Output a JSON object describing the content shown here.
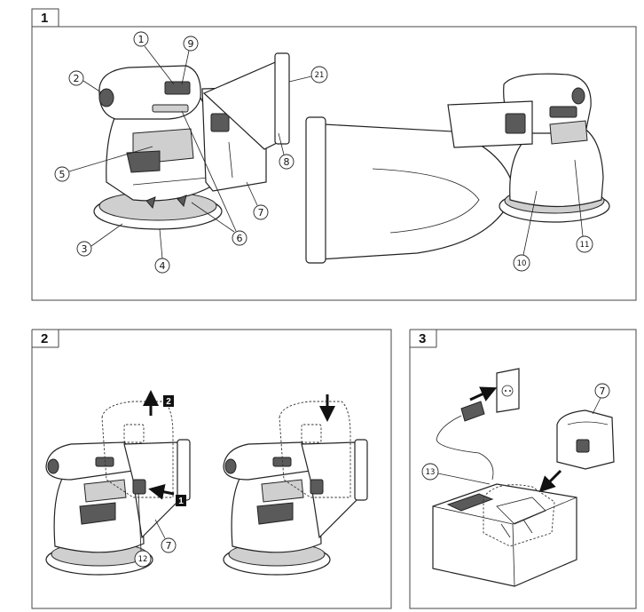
{
  "panels": [
    {
      "number": "1"
    },
    {
      "number": "2"
    },
    {
      "number": "3"
    }
  ],
  "callouts": {
    "c1": "1",
    "c2": "2",
    "c3": "3",
    "c4": "4",
    "c5": "5",
    "c6": "6",
    "c7": "7",
    "c8": "8",
    "c9": "9",
    "c10": "10",
    "c11": "11",
    "c12": "12",
    "c13": "13",
    "c21": "21"
  },
  "step_labels": {
    "step1": "1",
    "step2": "2"
  },
  "icons": [
    "sander-illustration",
    "dust-bag-illustration",
    "battery-pack-illustration",
    "charger-illustration",
    "wall-socket-illustration",
    "arrow-icon"
  ]
}
